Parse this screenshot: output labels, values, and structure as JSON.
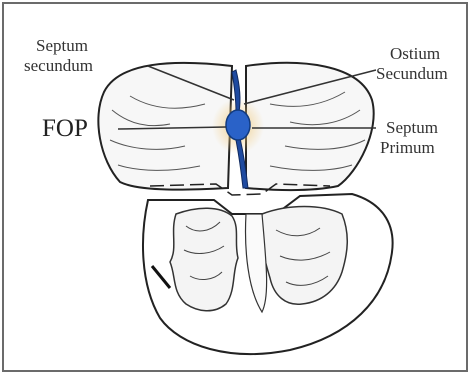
{
  "labels": {
    "septum_secundum": [
      "Septum",
      "secundum"
    ],
    "ostium_secundum": [
      "Ostium",
      "Secundum"
    ],
    "fop": "FOP",
    "septum_primum": [
      "Septum",
      "Primum"
    ]
  },
  "colors": {
    "septum_blue": "#1e4aa0",
    "fop_blue": "#2a62c8",
    "glow": "#f0c878",
    "outline": "#222222",
    "frame": "#6b6b6b"
  }
}
